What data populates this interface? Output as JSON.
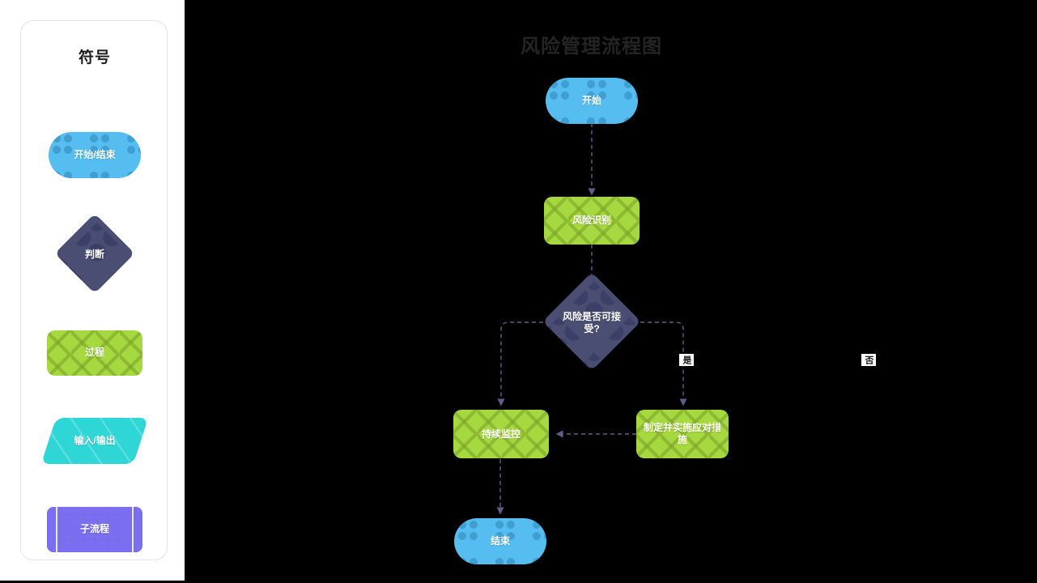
{
  "legend": {
    "title": "符号",
    "items": [
      {
        "label": "开始/结束",
        "shape": "terminal",
        "color": "#55bdf0"
      },
      {
        "label": "判断",
        "shape": "decision",
        "color": "#4a4e73"
      },
      {
        "label": "过程",
        "shape": "process",
        "color": "#a6d93f"
      },
      {
        "label": "输入/输出",
        "shape": "io",
        "color": "#2fd6d6"
      },
      {
        "label": "子流程",
        "shape": "subprocess",
        "color": "#7b6ef0"
      }
    ]
  },
  "chart": {
    "title": "风险管理流程图",
    "background": "#000000",
    "nodes": [
      {
        "id": "start",
        "label": "开始",
        "type": "terminal",
        "color": "#55bdf0"
      },
      {
        "id": "identify",
        "label": "风险识别",
        "type": "process",
        "color": "#a6d93f"
      },
      {
        "id": "decide",
        "label": "风险是否可接受?",
        "type": "decision",
        "color": "#4a4e73"
      },
      {
        "id": "monitor",
        "label": "持续监控",
        "type": "process",
        "color": "#a6d93f"
      },
      {
        "id": "mitigate",
        "label": "制定并实施应对措施",
        "type": "process",
        "color": "#a6d93f"
      },
      {
        "id": "end",
        "label": "结束",
        "type": "terminal",
        "color": "#55bdf0"
      }
    ],
    "edges": [
      {
        "from": "start",
        "to": "identify",
        "label": ""
      },
      {
        "from": "identify",
        "to": "decide",
        "label": ""
      },
      {
        "from": "decide",
        "to": "monitor",
        "label": "是"
      },
      {
        "from": "decide",
        "to": "mitigate",
        "label": "否"
      },
      {
        "from": "mitigate",
        "to": "monitor",
        "label": ""
      },
      {
        "from": "monitor",
        "to": "end",
        "label": ""
      }
    ],
    "edge_color": "#5c5f86",
    "edge_style": "dashed"
  }
}
